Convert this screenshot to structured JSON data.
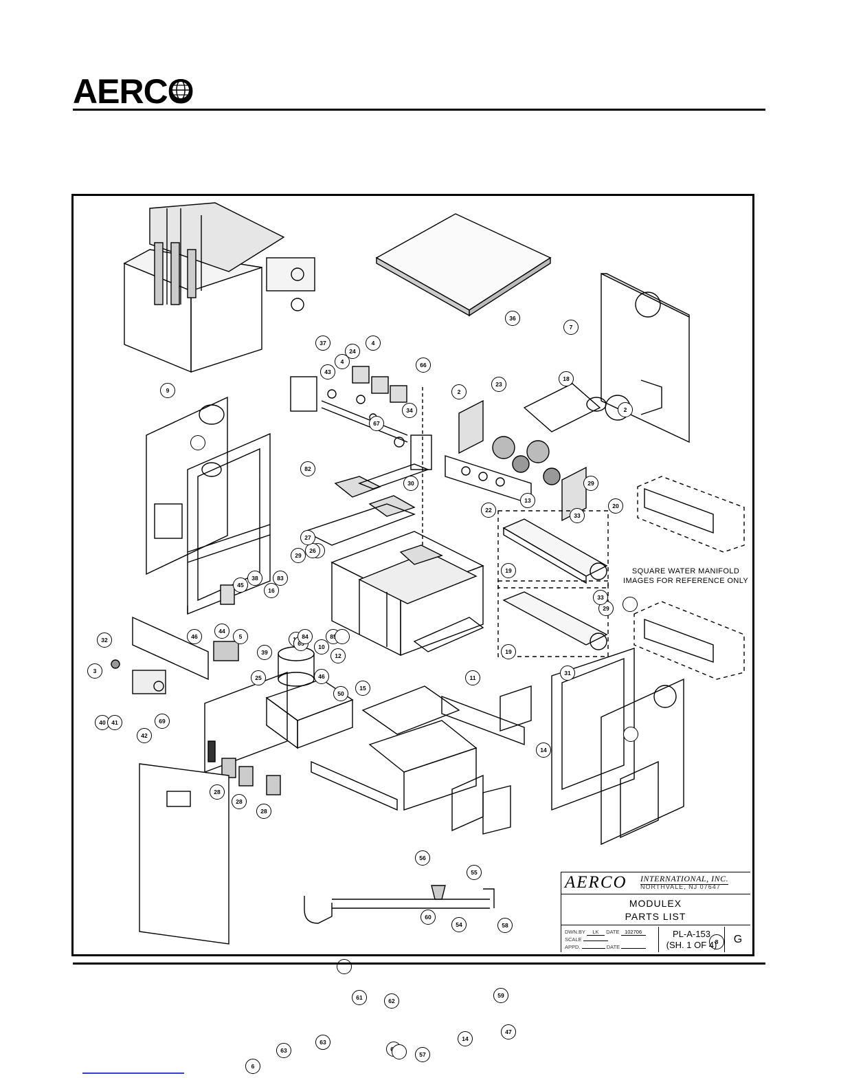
{
  "header": {
    "logo_text": "AERCO"
  },
  "drawing": {
    "note": [
      "SQUARE WATER MANIFOLD",
      "IMAGES FOR REFERENCE ONLY"
    ],
    "callouts": [
      "1",
      "2",
      "2",
      "3",
      "4",
      "4",
      "5",
      "6",
      "7",
      "8",
      "9",
      "10",
      "11",
      "12",
      "13",
      "14",
      "14",
      "15",
      "16",
      "17",
      "18",
      "19",
      "19",
      "20",
      "22",
      "23",
      "24",
      "25",
      "26",
      "27",
      "28",
      "28",
      "28",
      "29",
      "29",
      "29",
      "30",
      "31",
      "32",
      "33",
      "33",
      "34",
      "36",
      "37",
      "38",
      "39",
      "40",
      "41",
      "42",
      "43",
      "44",
      "45",
      "46",
      "46",
      "47",
      "50",
      "54",
      "55",
      "56",
      "57",
      "58",
      "59",
      "60",
      "61",
      "62",
      "63",
      "63",
      "64",
      "65",
      "66",
      "67",
      "69",
      "82",
      "83",
      "84",
      "85"
    ],
    "title_block": {
      "company": "AERCO",
      "company_suffix": "INTERNATIONAL, INC.",
      "city": "NORTHVALE, NJ    07647",
      "title_line1": "MODULEX",
      "title_line2": "PARTS LIST",
      "dwn_by_label": "DWN.BY",
      "dwn_by_value": "LK",
      "date_label": "DATE",
      "date_value": "102706",
      "scale_label": "SCALE",
      "appd_label": "APPD.",
      "date2_label": "DATE",
      "drawing_number": "PL-A-153",
      "sheet": "(SH. 1 OF 4)",
      "revision": "G"
    }
  }
}
